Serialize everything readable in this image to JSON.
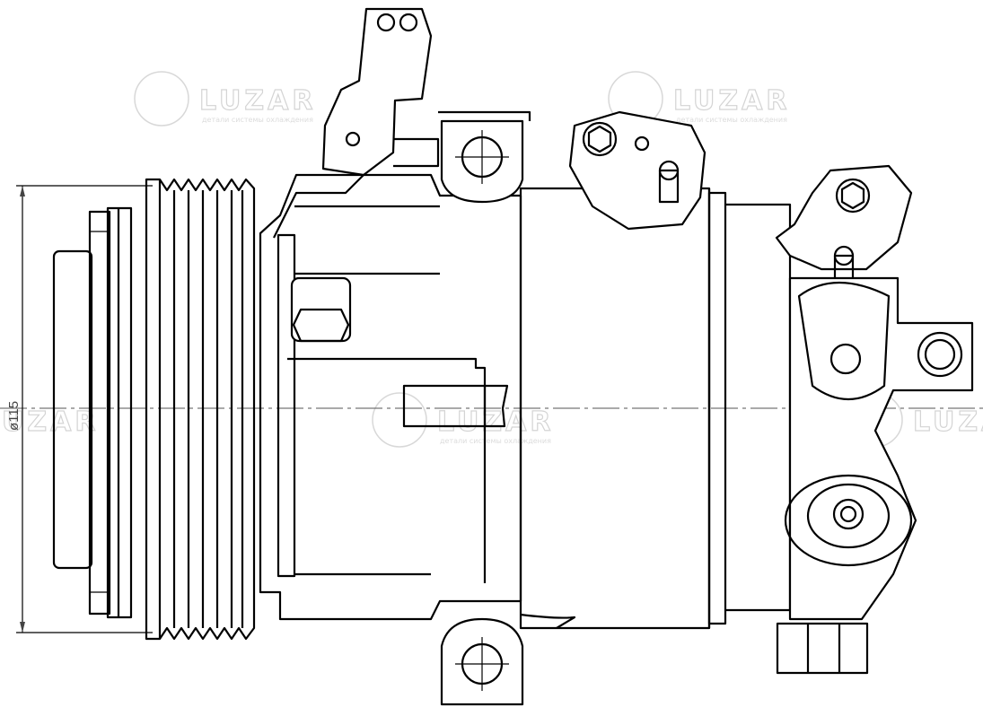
{
  "drawing": {
    "dimension_label": "ø115",
    "watermark": {
      "brand": "LUZAR",
      "tagline": "детали системы охлаждения"
    }
  },
  "colors": {
    "line": "#000000",
    "watermark": "#d8d8d8",
    "centerline": "#555555"
  }
}
